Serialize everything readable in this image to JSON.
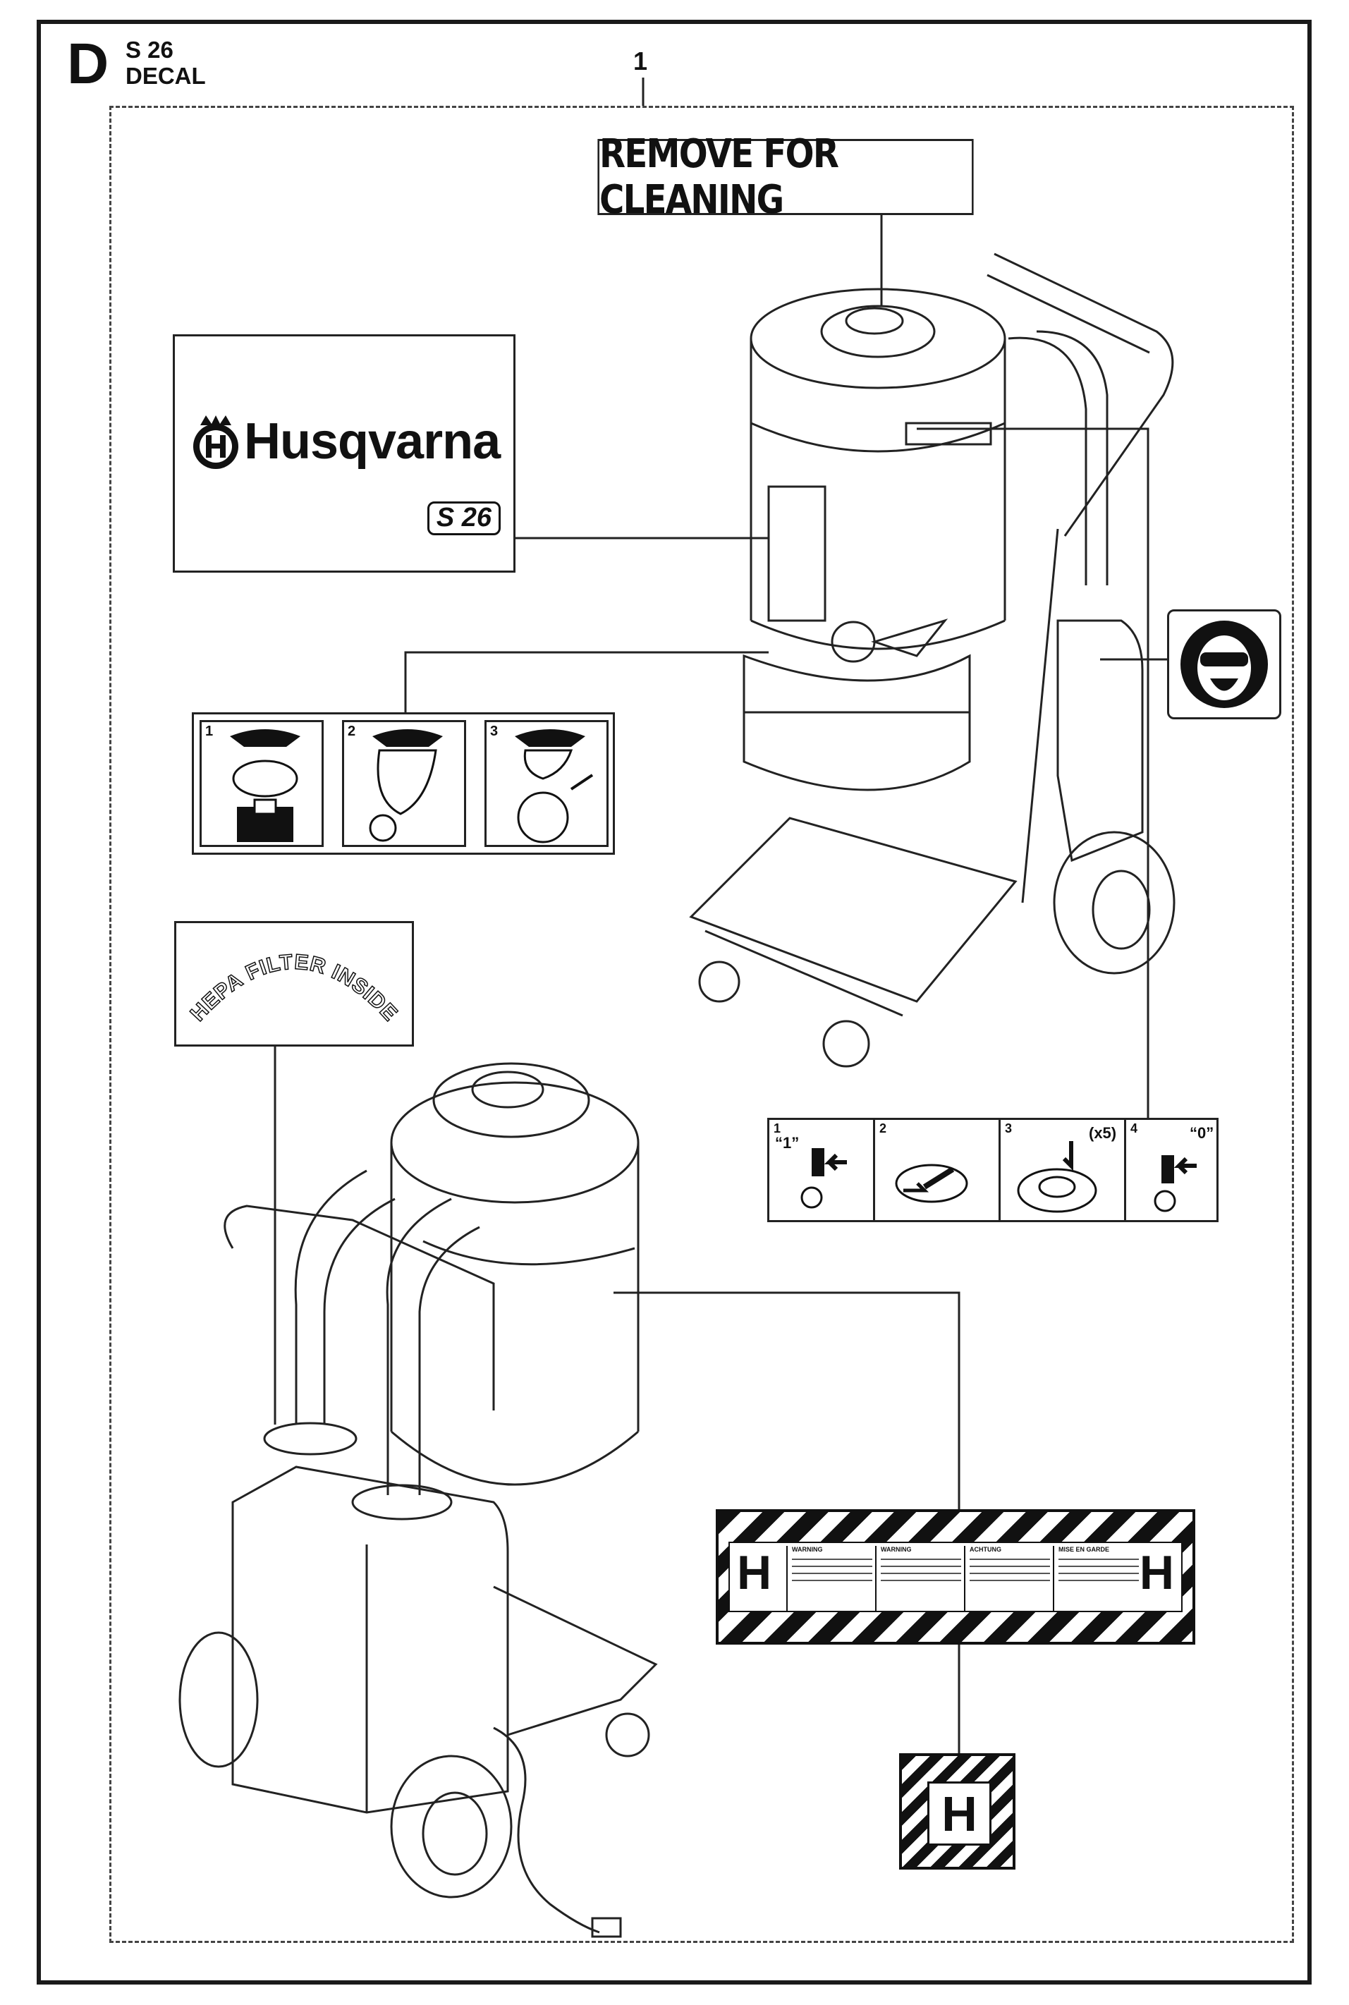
{
  "header": {
    "section": "D",
    "model": "S 26",
    "title": "DECAL",
    "item_number": "1"
  },
  "decals": {
    "remove_for_cleaning": "REMOVE FOR CLEANING",
    "brand": "Husqvarna",
    "model_badge": "S 26",
    "hepa": "HEPA FILTER INSIDE",
    "bag_steps": [
      "1",
      "2",
      "3"
    ],
    "switch_steps": [
      "1",
      "2",
      "3",
      "4"
    ],
    "switch_on": "“1”",
    "switch_off": "“0”",
    "repeat": "(x5)",
    "hazard_letter": "H",
    "warning_columns": [
      "WARNING",
      "WARNING",
      "ACHTUNG",
      "MISE EN GARDE"
    ]
  },
  "icons": [
    "husqvarna-crown-logo",
    "face-mask-icon",
    "arrow-icon",
    "hazard-h-icon"
  ]
}
